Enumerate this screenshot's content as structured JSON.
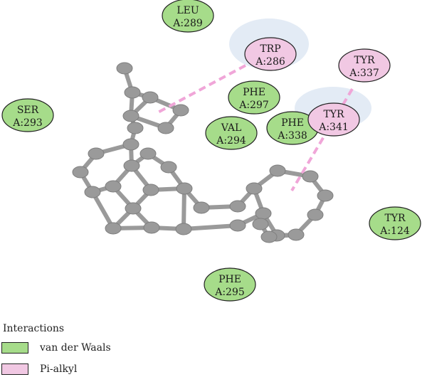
{
  "colors": {
    "van_der_waals_fill": "#a6dc8a",
    "pi_alkyl_fill": "#f1c8e3",
    "outline": "#222222",
    "atom": "#9a9a9a",
    "bond": "#9a9a9a",
    "interaction_line": "#f0a6d8",
    "halo": "#e3ebf5"
  },
  "residues": [
    {
      "name": "LEU",
      "id": "A:289",
      "type": "van_der_waals"
    },
    {
      "name": "TRP",
      "id": "A:286",
      "type": "pi_alkyl"
    },
    {
      "name": "TYR",
      "id": "A:337",
      "type": "pi_alkyl"
    },
    {
      "name": "SER",
      "id": "A:293",
      "type": "van_der_waals"
    },
    {
      "name": "PHE",
      "id": "A:297",
      "type": "van_der_waals"
    },
    {
      "name": "VAL",
      "id": "A:294",
      "type": "van_der_waals"
    },
    {
      "name": "PHE",
      "id": "A:338",
      "type": "van_der_waals"
    },
    {
      "name": "TYR",
      "id": "A:341",
      "type": "pi_alkyl"
    },
    {
      "name": "TYR",
      "id": "A:124",
      "type": "van_der_waals"
    },
    {
      "name": "PHE",
      "id": "A:295",
      "type": "van_der_waals"
    }
  ],
  "legend": {
    "title": "Interactions",
    "items": [
      {
        "label": "van der Waals",
        "type": "van_der_waals"
      },
      {
        "label": "Pi-alkyl",
        "type": "pi_alkyl"
      }
    ]
  }
}
